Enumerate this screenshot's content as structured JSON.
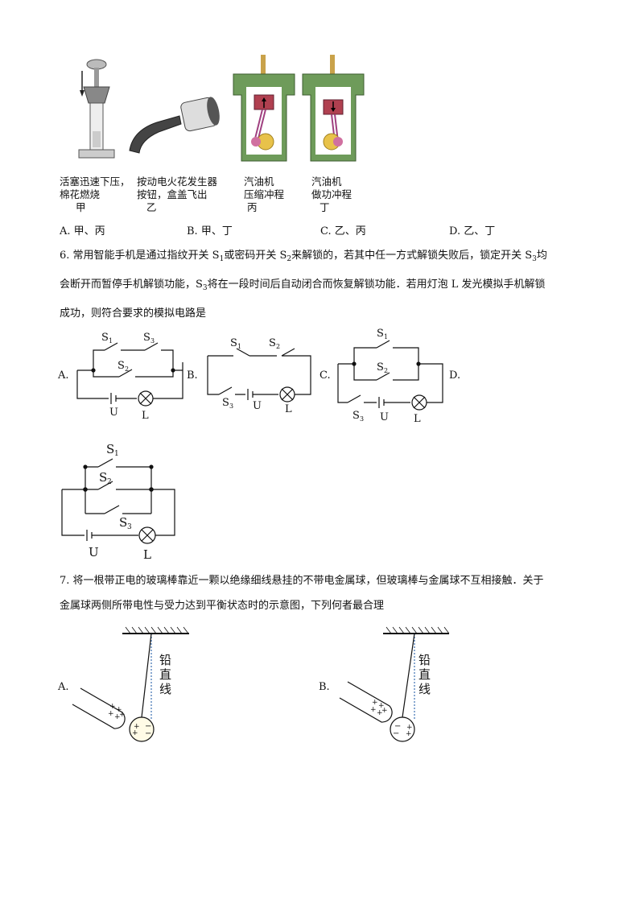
{
  "q5": {
    "captions": {
      "jia": [
        "活塞迅速下压，",
        "棉花燃烧",
        "甲"
      ],
      "yi": [
        "按动电火花发生器",
        "按钮，盒盖飞出",
        "乙"
      ],
      "bing": [
        "汽油机",
        "压缩冲程",
        "丙"
      ],
      "ding": [
        "汽油机",
        "做功冲程",
        "丁"
      ]
    },
    "options": [
      "A.  甲、丙",
      "B.  甲、丁",
      "C.  乙、丙",
      "D.  乙、丁"
    ]
  },
  "q6": {
    "line1_a": "6. 常用智能手机是通过指纹开关 S",
    "line1_s1": "1",
    "line1_b": "或密码开关 S",
    "line1_s2": "2",
    "line1_c": "来解锁的，若其中任一方式解锁失败后，锁定开关 S",
    "line1_s3": "3",
    "line1_d": "均",
    "line2_a": "会断开而暂停手机解锁功能，S",
    "line2_s3": "3",
    "line2_b": "将在一段时间后自动闭合而恢复解锁功能．若用灯泡 L 发光模拟手机解锁",
    "line3": "成功，则符合要求的模拟电路是",
    "option_labels": [
      "A.",
      "B.",
      "C.",
      "D."
    ],
    "labels": {
      "S": "S",
      "one": "1",
      "two": "2",
      "three": "3",
      "U": "U",
      "L": "L"
    }
  },
  "q7": {
    "line1": "7. 将一根带正电的玻璃棒靠近一颗以绝缘细线悬挂的不带电金属球，但玻璃棒与金属球不互相接触．关于",
    "line2": "金属球两侧所带电性与受力达到平衡状态时的示意图，下列何者最合理",
    "option_labels": [
      "A.",
      "B."
    ],
    "plumb_label": [
      "铅",
      "直",
      "线"
    ],
    "plus": "+",
    "minus": "−"
  }
}
